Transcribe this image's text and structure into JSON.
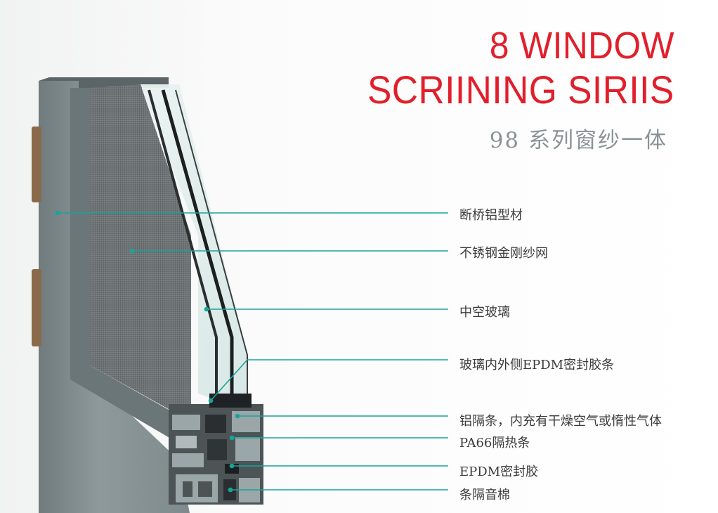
{
  "header": {
    "title_line1": "8 WINDOW",
    "title_line2": "SCRIINING SIRIIS",
    "subtitle": "98 系列窗纱一体"
  },
  "callouts": [
    {
      "id": "frame",
      "label": "断桥铝型材"
    },
    {
      "id": "screen",
      "label": "不锈钢金刚纱网"
    },
    {
      "id": "glass",
      "label": "中空玻璃"
    },
    {
      "id": "glass-seal",
      "label": "玻璃内外侧EPDM密封胶条"
    },
    {
      "id": "spacer",
      "label": "铝隔条，内充有干燥空气或惰性气体"
    },
    {
      "id": "thermal-break",
      "label": "PA66隔热条"
    },
    {
      "id": "epdm-seal",
      "label": "EPDM密封胶"
    },
    {
      "id": "sound-cotton",
      "label": "条隔音棉"
    }
  ],
  "colors": {
    "title": "#e11f2b",
    "subtitle": "#8a9296",
    "leader_line": "#1aa39a",
    "frame_face": "#8e9a9c",
    "frame_dark": "#4c5456",
    "hinge": "#8a6a4a"
  }
}
